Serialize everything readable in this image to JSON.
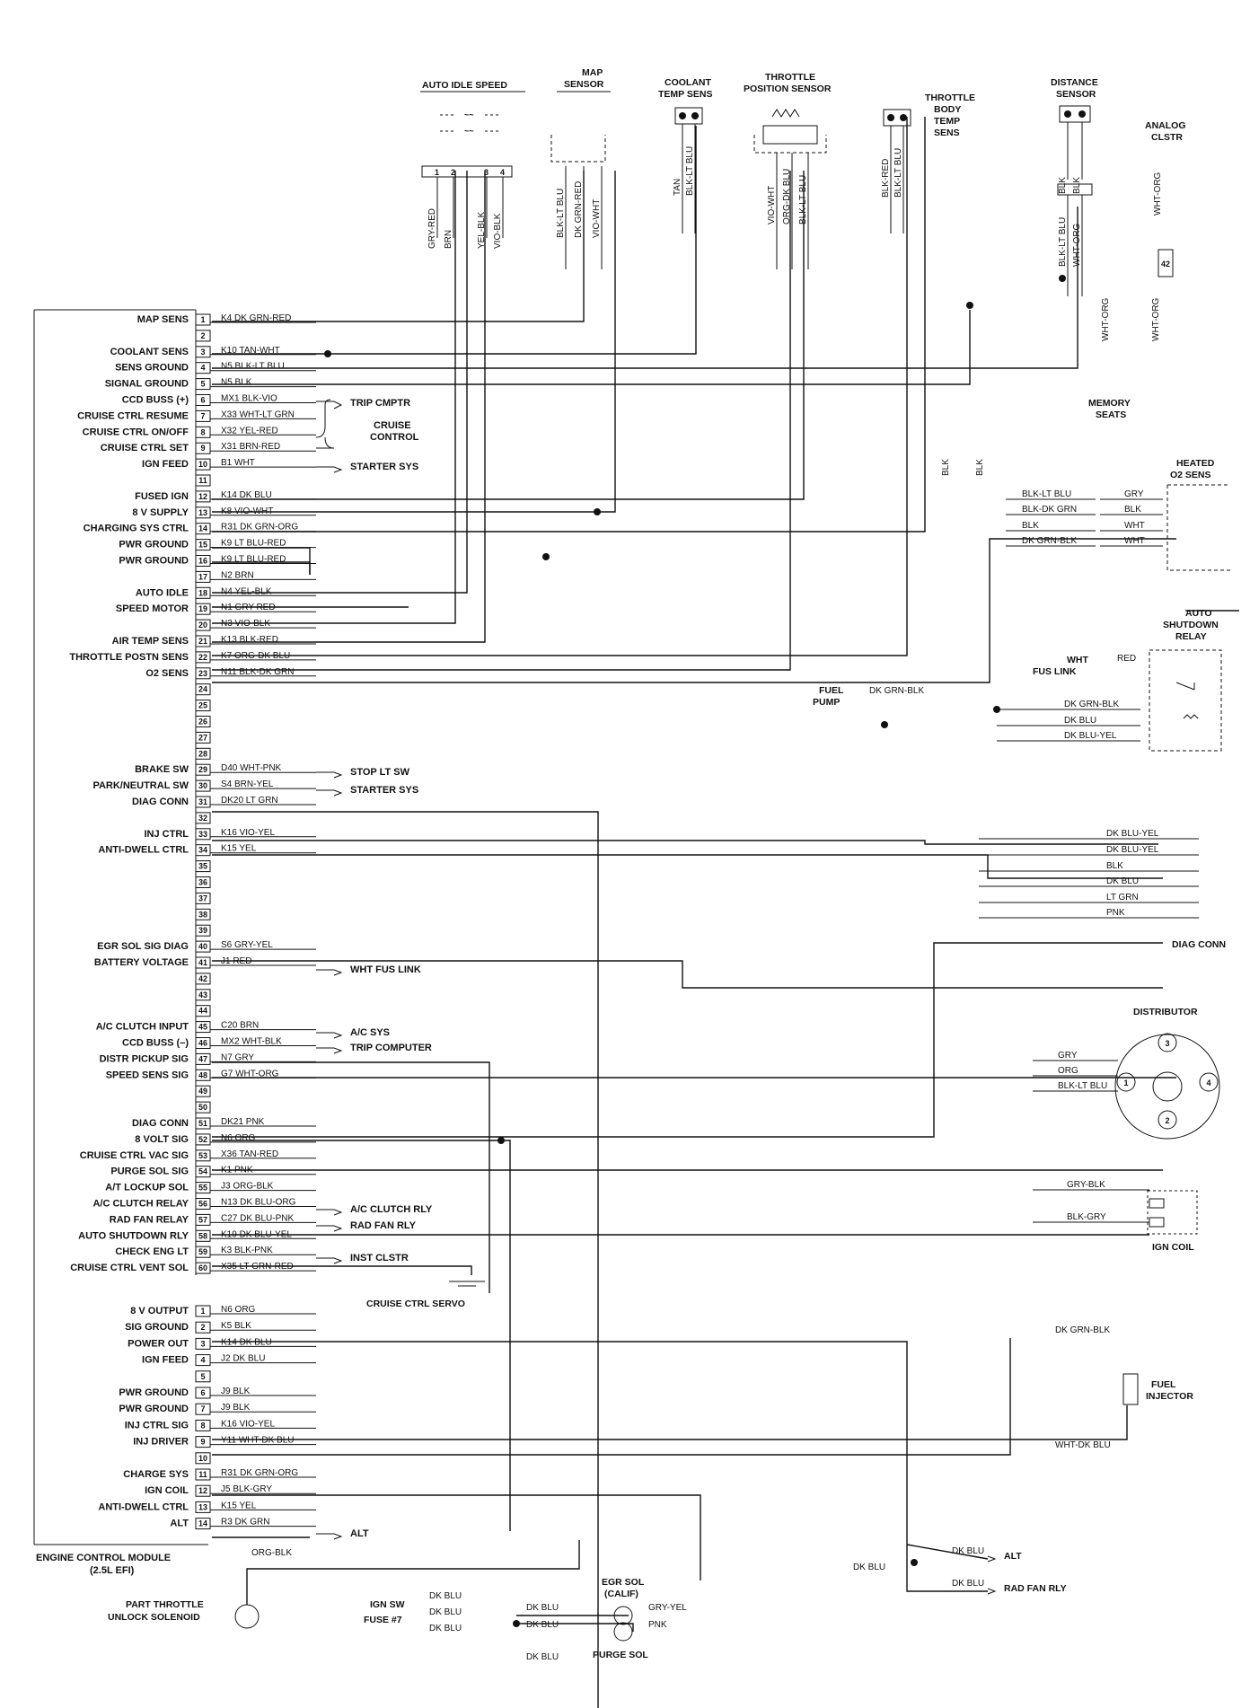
{
  "module": {
    "name": "ENGINE CONTROL MODULE",
    "subtitle": "(2.5L EFI)",
    "pins60": [
      {
        "n": "1",
        "label": "MAP SENS",
        "wire": "K4 DK GRN-RED"
      },
      {
        "n": "2",
        "label": "",
        "wire": ""
      },
      {
        "n": "3",
        "label": "COOLANT SENS",
        "wire": "K10 TAN-WHT"
      },
      {
        "n": "4",
        "label": "SENS GROUND",
        "wire": "N5 BLK-LT BLU"
      },
      {
        "n": "5",
        "label": "SIGNAL GROUND",
        "wire": "N5 BLK"
      },
      {
        "n": "6",
        "label": "CCD BUSS (+)",
        "wire": "MX1 BLK-VIO"
      },
      {
        "n": "7",
        "label": "CRUISE CTRL RESUME",
        "wire": "X33 WHT-LT GRN"
      },
      {
        "n": "8",
        "label": "CRUISE CTRL ON/OFF",
        "wire": "X32 YEL-RED"
      },
      {
        "n": "9",
        "label": "CRUISE CTRL SET",
        "wire": "X31 BRN-RED"
      },
      {
        "n": "10",
        "label": "IGN FEED",
        "wire": "B1 WHT"
      },
      {
        "n": "11",
        "label": "",
        "wire": ""
      },
      {
        "n": "12",
        "label": "FUSED IGN",
        "wire": "K14 DK BLU"
      },
      {
        "n": "13",
        "label": "8 V SUPPLY",
        "wire": "K8 VIO-WHT"
      },
      {
        "n": "14",
        "label": "CHARGING SYS CTRL",
        "wire": "R31 DK GRN-ORG"
      },
      {
        "n": "15",
        "label": "PWR GROUND",
        "wire": "K9 LT BLU-RED"
      },
      {
        "n": "16",
        "label": "PWR GROUND",
        "wire": "K9 LT BLU-RED"
      },
      {
        "n": "17",
        "label": "",
        "wire": "N2 BRN"
      },
      {
        "n": "18",
        "label": "AUTO IDLE",
        "wire": "N4 YEL-BLK"
      },
      {
        "n": "19",
        "label": "SPEED MOTOR",
        "wire": "N1 GRY-RED"
      },
      {
        "n": "20",
        "label": "",
        "wire": "N3 VIO-BLK"
      },
      {
        "n": "21",
        "label": "AIR TEMP SENS",
        "wire": "K13 BLK-RED"
      },
      {
        "n": "22",
        "label": "THROTTLE POSTN SENS",
        "wire": "K7 ORG-DK BLU"
      },
      {
        "n": "23",
        "label": "O2 SENS",
        "wire": "N11 BLK-DK GRN"
      },
      {
        "n": "24",
        "label": "",
        "wire": ""
      },
      {
        "n": "25",
        "label": "",
        "wire": ""
      },
      {
        "n": "26",
        "label": "",
        "wire": ""
      },
      {
        "n": "27",
        "label": "",
        "wire": ""
      },
      {
        "n": "28",
        "label": "",
        "wire": ""
      },
      {
        "n": "29",
        "label": "BRAKE SW",
        "wire": "D40 WHT-PNK"
      },
      {
        "n": "30",
        "label": "PARK/NEUTRAL SW",
        "wire": "S4 BRN-YEL"
      },
      {
        "n": "31",
        "label": "DIAG CONN",
        "wire": "DK20 LT GRN"
      },
      {
        "n": "32",
        "label": "",
        "wire": ""
      },
      {
        "n": "33",
        "label": "INJ CTRL",
        "wire": "K16 VIO-YEL"
      },
      {
        "n": "34",
        "label": "ANTI-DWELL CTRL",
        "wire": "K15 YEL"
      },
      {
        "n": "35",
        "label": "",
        "wire": ""
      },
      {
        "n": "36",
        "label": "",
        "wire": ""
      },
      {
        "n": "37",
        "label": "",
        "wire": ""
      },
      {
        "n": "38",
        "label": "",
        "wire": ""
      },
      {
        "n": "39",
        "label": "",
        "wire": ""
      },
      {
        "n": "40",
        "label": "EGR SOL SIG DIAG",
        "wire": "S6 GRY-YEL"
      },
      {
        "n": "41",
        "label": "BATTERY VOLTAGE",
        "wire": "J1 RED"
      },
      {
        "n": "42",
        "label": "",
        "wire": ""
      },
      {
        "n": "43",
        "label": "",
        "wire": ""
      },
      {
        "n": "44",
        "label": "",
        "wire": ""
      },
      {
        "n": "45",
        "label": "A/C CLUTCH INPUT",
        "wire": "C20 BRN"
      },
      {
        "n": "46",
        "label": "CCD BUSS (–)",
        "wire": "MX2 WHT-BLK"
      },
      {
        "n": "47",
        "label": "DISTR PICKUP SIG",
        "wire": "N7 GRY"
      },
      {
        "n": "48",
        "label": "SPEED SENS SIG",
        "wire": "G7 WHT-ORG"
      },
      {
        "n": "49",
        "label": "",
        "wire": ""
      },
      {
        "n": "50",
        "label": "",
        "wire": ""
      },
      {
        "n": "51",
        "label": "DIAG CONN",
        "wire": "DK21 PNK"
      },
      {
        "n": "52",
        "label": "8 VOLT SIG",
        "wire": "N6 ORG"
      },
      {
        "n": "53",
        "label": "CRUISE CTRL VAC SIG",
        "wire": "X36 TAN-RED"
      },
      {
        "n": "54",
        "label": "PURGE SOL SIG",
        "wire": "K1 PNK"
      },
      {
        "n": "55",
        "label": "A/T LOCKUP SOL",
        "wire": "J3 ORG-BLK"
      },
      {
        "n": "56",
        "label": "A/C CLUTCH RELAY",
        "wire": "N13 DK BLU-ORG"
      },
      {
        "n": "57",
        "label": "RAD FAN RELAY",
        "wire": "C27 DK BLU-PNK"
      },
      {
        "n": "58",
        "label": "AUTO SHUTDOWN RLY",
        "wire": "K19 DK BLU-YEL"
      },
      {
        "n": "59",
        "label": "CHECK ENG LT",
        "wire": "K3 BLK-PNK"
      },
      {
        "n": "60",
        "label": "CRUISE CTRL VENT SOL",
        "wire": "X35 LT GRN-RED"
      }
    ],
    "pins14": [
      {
        "n": "1",
        "label": "8 V OUTPUT",
        "wire": "N6 ORG"
      },
      {
        "n": "2",
        "label": "SIG GROUND",
        "wire": "K5 BLK"
      },
      {
        "n": "3",
        "label": "POWER OUT",
        "wire": "K14 DK BLU"
      },
      {
        "n": "4",
        "label": "IGN FEED",
        "wire": "J2 DK BLU"
      },
      {
        "n": "5",
        "label": "",
        "wire": ""
      },
      {
        "n": "6",
        "label": "PWR GROUND",
        "wire": "J9 BLK"
      },
      {
        "n": "7",
        "label": "PWR GROUND",
        "wire": "J9 BLK"
      },
      {
        "n": "8",
        "label": "INJ CTRL SIG",
        "wire": "K16 VIO-YEL"
      },
      {
        "n": "9",
        "label": "INJ DRIVER",
        "wire": "Y11 WHT-DK BLU"
      },
      {
        "n": "10",
        "label": "",
        "wire": ""
      },
      {
        "n": "11",
        "label": "CHARGE SYS",
        "wire": "R31 DK GRN-ORG"
      },
      {
        "n": "12",
        "label": "IGN COIL",
        "wire": "J5 BLK-GRY"
      },
      {
        "n": "13",
        "label": "ANTI-DWELL CTRL",
        "wire": "K15 YEL"
      },
      {
        "n": "14",
        "label": "ALT",
        "wire": "R3 DK GRN"
      }
    ]
  },
  "destinations": {
    "trip_cmptr": "TRIP CMPTR",
    "cruise": "CRUISE",
    "control": "CONTROL",
    "starter_sys_10": "STARTER SYS",
    "stop_lt_sw": "STOP LT SW",
    "starter_sys_30": "STARTER SYS",
    "wht_fus_link": "WHT FUS LINK",
    "ac_sys": "A/C SYS",
    "trip_computer": "TRIP COMPUTER",
    "ac_clutch_rly": "A/C CLUTCH RLY",
    "rad_fan_rly": "RAD FAN RLY",
    "inst_clstr": "INST CLSTR",
    "alt": "ALT"
  },
  "components": {
    "auto_idle_speed": "AUTO IDLE SPEED",
    "map_sensor_1": "MAP",
    "map_sensor_2": "SENSOR",
    "coolant_1": "COOLANT",
    "coolant_2": "TEMP SENS",
    "tps_1": "THROTTLE",
    "tps_2": "POSITION SENSOR",
    "tbts_1": "THROTTLE",
    "tbts_2": "BODY",
    "tbts_3": "TEMP",
    "tbts_4": "SENS",
    "distance_1": "DISTANCE",
    "distance_2": "SENSOR",
    "analog_1": "ANALOG",
    "analog_2": "CLSTR",
    "memory_1": "MEMORY",
    "memory_2": "SEATS",
    "heated_o2_1": "HEATED",
    "heated_o2_2": "O2 SENS",
    "asd_1": "AUTO",
    "asd_2": "SHUTDOWN",
    "asd_3": "RELAY",
    "wht_fus_link": "WHT",
    "fus_link": "FUS LINK",
    "fuel_pump_1": "FUEL",
    "fuel_pump_2": "PUMP",
    "diag_conn": "DIAG CONN",
    "distributor": "DISTRIBUTOR",
    "ign_coil": "IGN COIL",
    "fuel_injector_1": "FUEL",
    "fuel_injector_2": "INJECTOR",
    "cruise_servo": "CRUISE CTRL SERVO",
    "egr_sol_1": "EGR SOL",
    "egr_sol_2": "(CALIF)",
    "purge_sol": "PURGE SOL",
    "part_throttle_1": "PART THROTTLE",
    "part_throttle_2": "UNLOCK SOLENOID",
    "ign_sw": "IGN SW",
    "fuse7": "FUSE #7",
    "alt_out": "ALT",
    "rad_fan_rly_out": "RAD FAN RLY"
  },
  "wires": {
    "ais_pins": [
      "1",
      "2",
      "3",
      "4"
    ],
    "ais_colors": [
      "GRY-RED",
      "BRN",
      "YEL-BLK",
      "VIO-BLK"
    ],
    "map_colors": [
      "BLK-LT BLU",
      "DK GRN-RED",
      "VIO-WHT"
    ],
    "cts_colors": [
      "TAN",
      "BLK-LT BLU"
    ],
    "tps_colors": [
      "VIO-WHT",
      "ORG-DK BLU",
      "BLK-LT BLU"
    ],
    "tbts_colors": [
      "BLK-RED",
      "BLK-LT BLU"
    ],
    "dist_sens_top": [
      "BLK",
      "BLK"
    ],
    "dist_sens_bot": [
      "BLK-LT BLU",
      "WHT-ORG"
    ],
    "analog_color": "WHT-ORG",
    "analog_pin": "42",
    "wht_org_a": "WHT-ORG",
    "wht_org_b": "WHT-ORG",
    "blk_a": "BLK",
    "blk_b": "BLK",
    "o2_left": [
      "BLK-LT BLU",
      "BLK-DK GRN",
      "BLK",
      "DK GRN-BLK"
    ],
    "o2_right": [
      "GRY",
      "BLK",
      "WHT",
      "WHT"
    ],
    "fus_red": "RED",
    "fuel_pump_wire": "DK GRN-BLK",
    "asd_wires": [
      "DK GRN-BLK",
      "DK BLU",
      "DK BLU-YEL"
    ],
    "diag_wires": [
      "DK BLU-YEL",
      "DK BLU-YEL",
      "BLK",
      "DK BLU",
      "LT GRN",
      "PNK"
    ],
    "dist_wires": [
      "GRY",
      "ORG",
      "BLK-LT BLU"
    ],
    "dist_terms": [
      "3",
      "1",
      "4",
      "2"
    ],
    "coil_wires": [
      "GRY-BLK",
      "BLK-GRY"
    ],
    "inj_top": "DK GRN-BLK",
    "inj_bot": "WHT-DK BLU",
    "bottom_org_blk": "ORG-BLK",
    "egr_gry_yel": "GRY-YEL",
    "egr_dk_blu": "DK BLU",
    "ign_dk_blu": [
      "DK BLU",
      "DK BLU",
      "DK BLU"
    ],
    "purge_dk_blu": "DK BLU",
    "purge_pnk": "PNK",
    "bottom_dk_blu": "DK BLU",
    "alt_dk_blu_1": "DK BLU",
    "alt_dk_blu_2": "DK BLU",
    "rad_dk_blu": "DK BLU"
  }
}
